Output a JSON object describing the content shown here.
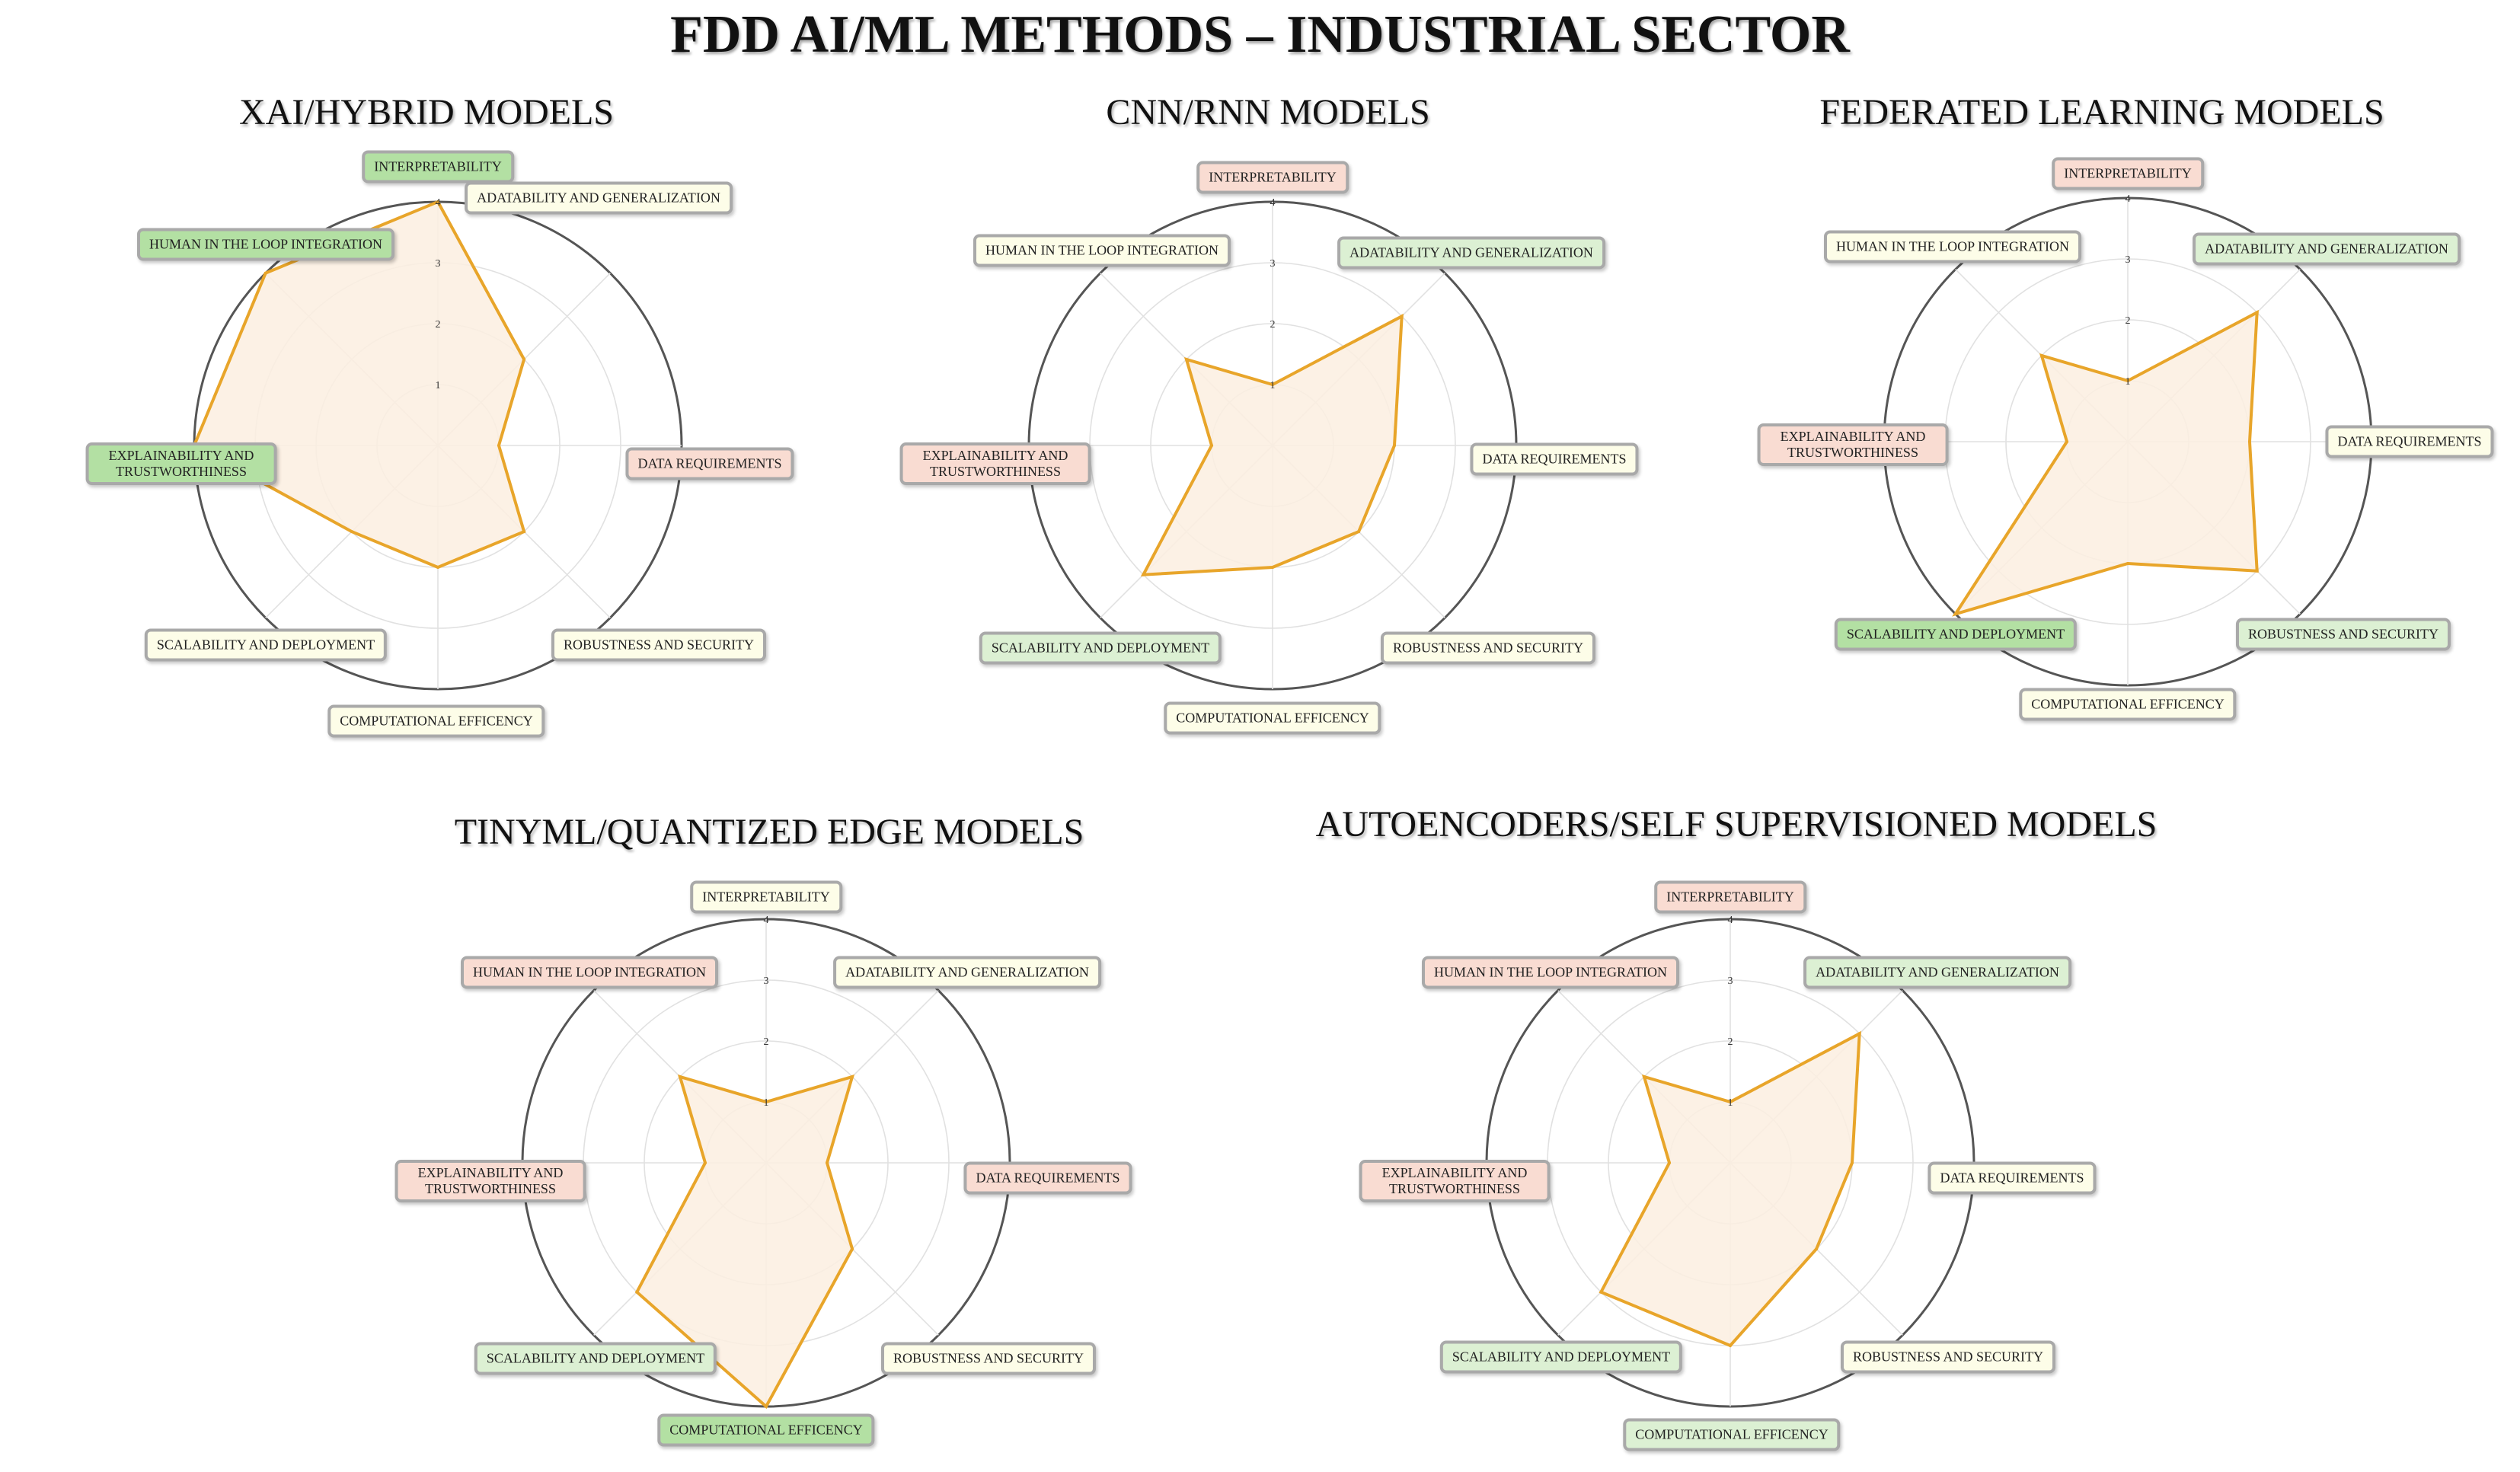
{
  "title": "FDD AI/ML METHODS – INDUSTRIAL SECTOR",
  "colors": {
    "series_stroke": "#e8a52a",
    "series_fill": "#fbeee0",
    "outer_ring": "#555555",
    "inner_grid": "#e1e1e1",
    "label_high": "#b3e0a3",
    "label_good": "#dcf0d3",
    "label_neutral": "#fdfde8",
    "label_low": "#f9dcd2"
  },
  "chart_data": [
    {
      "type": "radar",
      "title": "XAI/HYBRID MODELS",
      "axes": [
        "INTERPRETABILITY",
        "ADATABILITY AND GENERALIZATION",
        "DATA REQUIREMENTS",
        "ROBUSTNESS AND SECURITY",
        "COMPUTATIONAL EFFICENCY",
        "SCALABILITY AND DEPLOYMENT",
        "EXPLAINABILITY AND TRUSTWORTHINESS",
        "HUMAN IN THE LOOP INTEGRATION"
      ],
      "axis_label_lines": [
        [
          "INTERPRETABILITY"
        ],
        [
          "ADATABILITY AND GENERALIZATION"
        ],
        [
          "DATA REQUIREMENTS"
        ],
        [
          "ROBUSTNESS AND SECURITY"
        ],
        [
          "COMPUTATIONAL EFFICENCY"
        ],
        [
          "SCALABILITY AND DEPLOYMENT"
        ],
        [
          "EXPLAINABILITY AND",
          "TRUSTWORTHINESS"
        ],
        [
          "HUMAN IN THE LOOP INTEGRATION"
        ]
      ],
      "axis_colors": [
        "label_high",
        "label_neutral",
        "label_low",
        "label_neutral",
        "label_neutral",
        "label_neutral",
        "label_high",
        "label_high"
      ],
      "values": [
        4,
        2,
        1,
        2,
        2,
        2,
        4,
        4
      ],
      "rlim": [
        0,
        4
      ],
      "ticks": [
        1,
        2,
        3,
        4
      ],
      "grid": true,
      "legend": "none"
    },
    {
      "type": "radar",
      "title": "CNN/RNN MODELS",
      "axes": [
        "INTERPRETABILITY",
        "ADATABILITY AND GENERALIZATION",
        "DATA REQUIREMENTS",
        "ROBUSTNESS AND SECURITY",
        "COMPUTATIONAL EFFICENCY",
        "SCALABILITY AND DEPLOYMENT",
        "EXPLAINABILITY AND TRUSTWORTHINESS",
        "HUMAN IN THE LOOP INTEGRATION"
      ],
      "axis_label_lines": [
        [
          "INTERPRETABILITY"
        ],
        [
          "ADATABILITY AND GENERALIZATION"
        ],
        [
          "DATA REQUIREMENTS"
        ],
        [
          "ROBUSTNESS AND SECURITY"
        ],
        [
          "COMPUTATIONAL EFFICENCY"
        ],
        [
          "SCALABILITY AND DEPLOYMENT"
        ],
        [
          "EXPLAINABILITY AND",
          "TRUSTWORTHINESS"
        ],
        [
          "HUMAN IN THE LOOP INTEGRATION"
        ]
      ],
      "axis_colors": [
        "label_low",
        "label_good",
        "label_neutral",
        "label_neutral",
        "label_neutral",
        "label_good",
        "label_low",
        "label_neutral"
      ],
      "values": [
        1,
        3,
        2,
        2,
        2,
        3,
        1,
        2
      ],
      "rlim": [
        0,
        4
      ],
      "ticks": [
        1,
        2,
        3,
        4
      ],
      "grid": true,
      "legend": "none"
    },
    {
      "type": "radar",
      "title": "FEDERATED LEARNING MODELS",
      "axes": [
        "INTERPRETABILITY",
        "ADATABILITY AND GENERALIZATION",
        "DATA REQUIREMENTS",
        "ROBUSTNESS AND SECURITY",
        "COMPUTATIONAL EFFICENCY",
        "SCALABILITY AND DEPLOYMENT",
        "EXPLAINABILITY AND TRUSTWORTHINESS",
        "HUMAN IN THE LOOP INTEGRATION"
      ],
      "axis_label_lines": [
        [
          "INTERPRETABILITY"
        ],
        [
          "ADATABILITY AND GENERALIZATION"
        ],
        [
          "DATA REQUIREMENTS"
        ],
        [
          "ROBUSTNESS AND SECURITY"
        ],
        [
          "COMPUTATIONAL EFFICENCY"
        ],
        [
          "SCALABILITY AND DEPLOYMENT"
        ],
        [
          "EXPLAINABILITY AND",
          "TRUSTWORTHINESS"
        ],
        [
          "HUMAN IN THE LOOP INTEGRATION"
        ]
      ],
      "axis_colors": [
        "label_low",
        "label_good",
        "label_neutral",
        "label_good",
        "label_neutral",
        "label_high",
        "label_low",
        "label_neutral"
      ],
      "values": [
        1,
        3,
        2,
        3,
        2,
        4,
        1,
        2
      ],
      "rlim": [
        0,
        4
      ],
      "ticks": [
        1,
        2,
        3,
        4
      ],
      "grid": true,
      "legend": "none"
    },
    {
      "type": "radar",
      "title": "TINYML/QUANTIZED EDGE MODELS",
      "axes": [
        "INTERPRETABILITY",
        "ADATABILITY AND GENERALIZATION",
        "DATA REQUIREMENTS",
        "ROBUSTNESS AND SECURITY",
        "COMPUTATIONAL EFFICENCY",
        "SCALABILITY AND DEPLOYMENT",
        "EXPLAINABILITY AND TRUSTWORTHINESS",
        "HUMAN IN THE LOOP INTEGRATION"
      ],
      "axis_label_lines": [
        [
          "INTERPRETABILITY"
        ],
        [
          "ADATABILITY AND GENERALIZATION"
        ],
        [
          "DATA REQUIREMENTS"
        ],
        [
          "ROBUSTNESS AND SECURITY"
        ],
        [
          "COMPUTATIONAL EFFICENCY"
        ],
        [
          "SCALABILITY AND DEPLOYMENT"
        ],
        [
          "EXPLAINABILITY AND",
          "TRUSTWORTHINESS"
        ],
        [
          "HUMAN IN THE LOOP INTEGRATION"
        ]
      ],
      "axis_colors": [
        "label_neutral",
        "label_neutral",
        "label_low",
        "label_neutral",
        "label_high",
        "label_good",
        "label_low",
        "label_low"
      ],
      "values": [
        1,
        2,
        1,
        2,
        4,
        3,
        1,
        2
      ],
      "rlim": [
        0,
        4
      ],
      "ticks": [
        1,
        2,
        3,
        4
      ],
      "grid": true,
      "legend": "none"
    },
    {
      "type": "radar",
      "title": "AUTOENCODERS/SELF SUPERVISIONED MODELS",
      "axes": [
        "INTERPRETABILITY",
        "ADATABILITY AND GENERALIZATION",
        "DATA REQUIREMENTS",
        "ROBUSTNESS AND SECURITY",
        "COMPUTATIONAL EFFICENCY",
        "SCALABILITY AND DEPLOYMENT",
        "EXPLAINABILITY AND TRUSTWORTHINESS",
        "HUMAN IN THE LOOP INTEGRATION"
      ],
      "axis_label_lines": [
        [
          "INTERPRETABILITY"
        ],
        [
          "ADATABILITY AND GENERALIZATION"
        ],
        [
          "DATA REQUIREMENTS"
        ],
        [
          "ROBUSTNESS AND SECURITY"
        ],
        [
          "COMPUTATIONAL EFFICENCY"
        ],
        [
          "SCALABILITY AND DEPLOYMENT"
        ],
        [
          "EXPLAINABILITY AND",
          "TRUSTWORTHINESS"
        ],
        [
          "HUMAN IN THE LOOP INTEGRATION"
        ]
      ],
      "axis_colors": [
        "label_low",
        "label_good",
        "label_neutral",
        "label_neutral",
        "label_good",
        "label_good",
        "label_low",
        "label_low"
      ],
      "values": [
        1,
        3,
        2,
        2,
        3,
        3,
        1,
        2
      ],
      "rlim": [
        0,
        4
      ],
      "ticks": [
        1,
        2,
        3,
        4
      ],
      "grid": true,
      "legend": "none"
    }
  ]
}
